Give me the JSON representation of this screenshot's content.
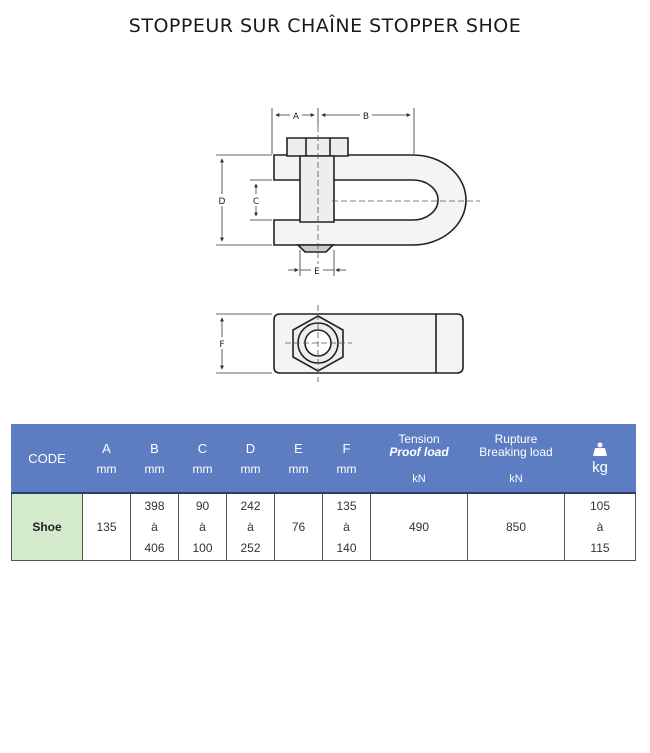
{
  "title": "STOPPEUR SUR CHAÎNE STOPPER SHOE",
  "drawing": {
    "labels": {
      "a": "A",
      "b": "B",
      "c": "C",
      "d": "D",
      "e": "E",
      "f": "F"
    }
  },
  "table": {
    "headers": {
      "code": "CODE",
      "a": {
        "label": "A",
        "unit": "mm"
      },
      "b": {
        "label": "B",
        "unit": "mm"
      },
      "c": {
        "label": "C",
        "unit": "mm"
      },
      "d": {
        "label": "D",
        "unit": "mm"
      },
      "e": {
        "label": "E",
        "unit": "mm"
      },
      "f": {
        "label": "F",
        "unit": "mm"
      },
      "tension": {
        "line1": "Tension",
        "line2": "Proof load",
        "unit": "kN"
      },
      "rupture": {
        "line1": "Rupture",
        "line2": "Breaking load",
        "unit": "kN"
      },
      "weight": {
        "icon": "weight-icon",
        "unit": "kg"
      }
    },
    "row": {
      "code": "Shoe",
      "a": "135",
      "b": {
        "min": "398",
        "sep": "à",
        "max": "406"
      },
      "c": {
        "min": "90",
        "sep": "à",
        "max": "100"
      },
      "d": {
        "min": "242",
        "sep": "à",
        "max": "252"
      },
      "e": "76",
      "f": {
        "min": "135",
        "sep": "à",
        "max": "140"
      },
      "tension": "490",
      "rupture": "850",
      "weight": {
        "min": "105",
        "sep": "à",
        "max": "115"
      }
    }
  },
  "colors": {
    "header_bg": "#5d7dc2",
    "code_cell_bg": "#d3eacb"
  }
}
